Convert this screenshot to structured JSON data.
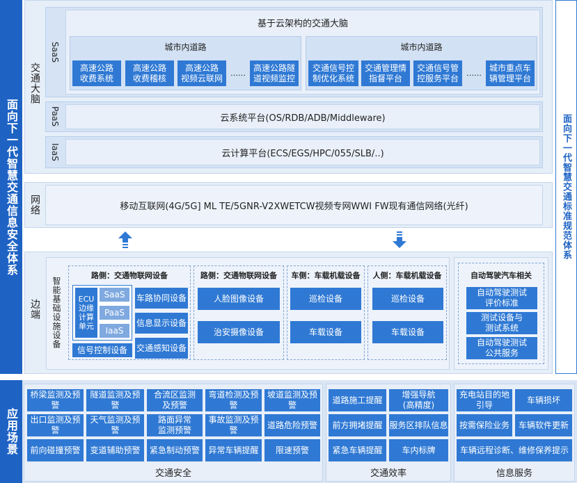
{
  "left_banner": "面向下一代智慧交通信息安全体系",
  "right_banner": "面向下一代智慧交通标准规范体系",
  "brain": {
    "label": "交通大脑",
    "saas": {
      "label": "SaaS",
      "title": "基于云架构的交通大脑",
      "groups": [
        {
          "title": "城市内道路",
          "items": [
            "高速公路\n收费系统",
            "高速公路\n收费稽核",
            "高速公路\n视频云联网",
            "高速公路隧\n道视频监控"
          ]
        },
        {
          "title": "城市内道路",
          "items": [
            "交通信号控\n制优化系统",
            "交通管理情\n指督平台",
            "交通信号管\n控服务平台",
            "城市重点车\n辆管理平台"
          ]
        }
      ],
      "ellipsis": "……"
    },
    "paas": {
      "label": "PaaS",
      "text": "云系统平台(OS/RDB/ADB/Middleware)"
    },
    "iaas": {
      "label": "IaaS",
      "text": "云计算平台(ECS/EGS/HPC/055/SLB/..)"
    }
  },
  "network": {
    "label": "网络",
    "text": "移动互联网(4G/5G] ML TE/5GNR-V2XWETCW视频专网WWI FW现有通信网络(光纤)"
  },
  "edge": {
    "label": "边端",
    "device_label": "智能基础设施设备",
    "road_side_1": {
      "title": "路侧：交通物联网设备",
      "ecu": "ECU\n边缘\n计算\n单元",
      "stack": [
        "SaaS",
        "PaaS",
        "IaaS"
      ],
      "signal": "信号控制设备",
      "right_items": [
        "车路协同设备",
        "信息显示设备",
        "交通感知设备"
      ]
    },
    "road_side_2": {
      "title": "路侧：交通物联网设备",
      "items": [
        "人脸图像设备",
        "治安摄像设备"
      ]
    },
    "vehicle_side": {
      "title": "车侧：车载机载设备",
      "items": [
        "巡检设备",
        "车载设备"
      ]
    },
    "person_side": {
      "title": "人侧：车载机载设备",
      "items": [
        "巡检设备",
        "车载设备"
      ]
    },
    "autonomous": {
      "title": "自动驾驶汽车相关",
      "items": [
        "自动驾驶测试\n评价标准",
        "测试设备与\n测试系统",
        "自动驾驶测试\n公共服务"
      ]
    }
  },
  "scenes": {
    "label": "应用场景",
    "safety": {
      "title": "交通安全",
      "rows": [
        [
          "桥梁监测及预警",
          "隧道监测及预警",
          "合流区监测\n及预警",
          "弯道检测及预警",
          "坡道监测及预警"
        ],
        [
          "出口监测及预警",
          "天气监测及预警",
          "路面异常\n监测预警",
          "事故监测及预警",
          "道路危险预警"
        ],
        [
          "前向碰撞预警",
          "变道辅助预警",
          "紧急制动预警",
          "异常车辆提醒",
          "限速预警"
        ]
      ]
    },
    "efficiency": {
      "title": "交通效率",
      "rows": [
        [
          "道路施工提醒",
          "增强导航\n(高精度)"
        ],
        [
          "前方拥堵提醒",
          "服务区排队信息"
        ],
        [
          "紧急车辆提醒",
          "车内标牌"
        ]
      ]
    },
    "info": {
      "title": "信息服务",
      "rows": [
        [
          "充电站目的地\n引导",
          "车辆损坏"
        ],
        [
          "按需保险业务",
          "车辆软件更新"
        ],
        [
          "车辆远程诊断、维修保养提示"
        ]
      ]
    }
  },
  "colors": {
    "accent": "#2f79d4",
    "banner": "#1e63c4",
    "panel": "#e6eef8",
    "band": "#d5e3f5"
  }
}
